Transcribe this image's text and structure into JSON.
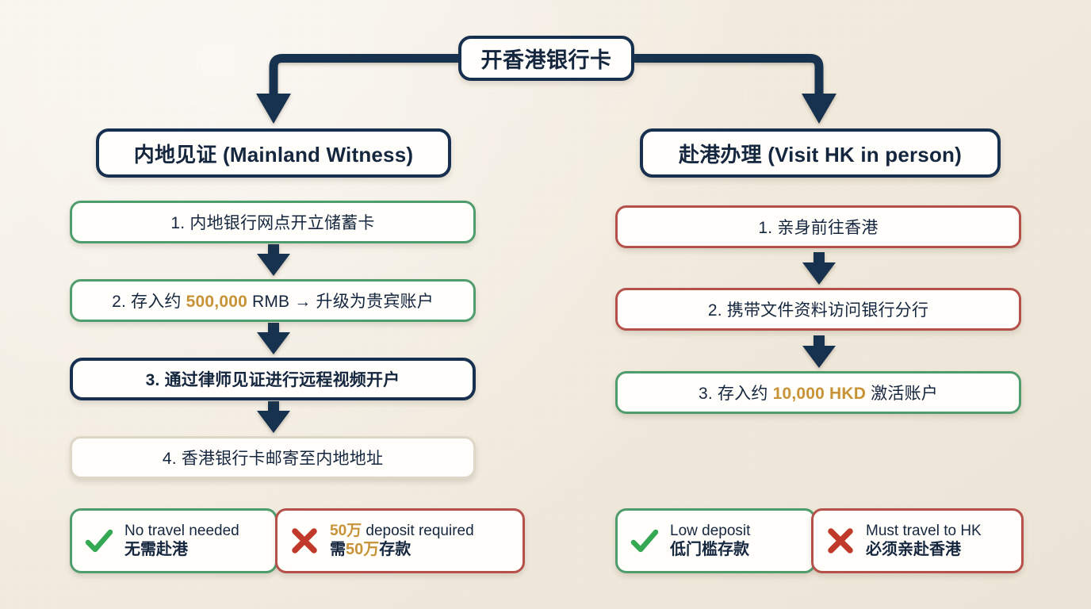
{
  "theme": {
    "background": "#f2ece0",
    "navy": "#17304f",
    "green": "#4f9d6c",
    "red": "#b5514a",
    "neutral": "#ded6c6",
    "gold": "#c79336",
    "text": "#15263f",
    "card": "#fffefb"
  },
  "root": {
    "label": "开香港银行卡"
  },
  "branches": [
    {
      "id": "mainland-witness",
      "title": "内地见证 (Mainland Witness)",
      "steps": [
        {
          "index": "1.",
          "text": "1. 内地银行网点开立储蓄卡",
          "accent": "green"
        },
        {
          "index": "2.",
          "text": "2. 存入约 500,000 RMB → 升级为贵宾账户",
          "accent": "green",
          "parts": [
            {
              "t": "2. 存入约 ",
              "gold": false
            },
            {
              "t": "500,000",
              "gold": true
            },
            {
              "t": " RMB → 升级为贵宾账户",
              "gold": false
            }
          ]
        },
        {
          "index": "3.",
          "text": "3. 通过律师见证进行远程视频开户",
          "accent": "navy"
        },
        {
          "index": "4.",
          "text": "4. 香港银行卡邮寄至内地地址",
          "accent": "neutral"
        }
      ],
      "pro": {
        "icon": "check-icon",
        "en": "No travel needed",
        "zh": "无需赴港"
      },
      "con": {
        "icon": "cross-icon",
        "en_parts": [
          {
            "t": "50万",
            "gold": true
          },
          {
            "t": " deposit required",
            "gold": false
          }
        ],
        "zh_parts": [
          {
            "t": "需",
            "gold": false
          },
          {
            "t": "50万",
            "gold": true
          },
          {
            "t": "存款",
            "gold": false
          }
        ],
        "en": "50万 deposit required",
        "zh": "需50万存款"
      }
    },
    {
      "id": "visit-hk",
      "title": "赴港办理 (Visit HK in person)",
      "steps": [
        {
          "index": "1.",
          "text": "1. 亲身前往香港",
          "accent": "red"
        },
        {
          "index": "2.",
          "text": "2. 携带文件资料访问银行分行",
          "accent": "red"
        },
        {
          "index": "3.",
          "text": "3. 存入约 10,000 HKD 激活账户",
          "accent": "green",
          "parts": [
            {
              "t": "3. 存入约 ",
              "gold": false
            },
            {
              "t": "10,000 HKD",
              "gold": true
            },
            {
              "t": " 激活账户",
              "gold": false
            }
          ]
        }
      ],
      "pro": {
        "icon": "check-icon",
        "en": "Low deposit",
        "zh": "低门槛存款"
      },
      "con": {
        "icon": "cross-icon",
        "en": "Must travel to HK",
        "zh": "必须亲赴香港"
      }
    }
  ]
}
